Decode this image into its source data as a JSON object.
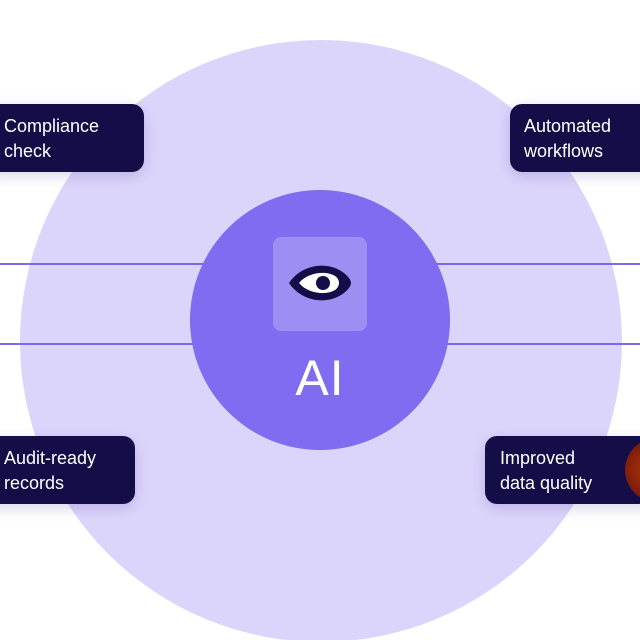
{
  "center": {
    "label": "AI",
    "icon": "eye-icon"
  },
  "features": {
    "top_left": {
      "line1": "Compliance",
      "line2": "check"
    },
    "top_right": {
      "line1": "Automated",
      "line2": "workflows"
    },
    "bottom_left": {
      "line1": "Audit-ready",
      "line2": "records"
    },
    "bottom_right": {
      "line1": "Improved",
      "line2": "data quality"
    }
  },
  "colors": {
    "outer_circle": "#dcd5fb",
    "inner_circle": "#7f6cf0",
    "icon_tile": "#9d8ef4",
    "connector": "#7b68ee",
    "card": "#150d47",
    "card_text": "#ffffff",
    "eye_dark": "#150d47",
    "accent_orb": "#b8360f"
  }
}
